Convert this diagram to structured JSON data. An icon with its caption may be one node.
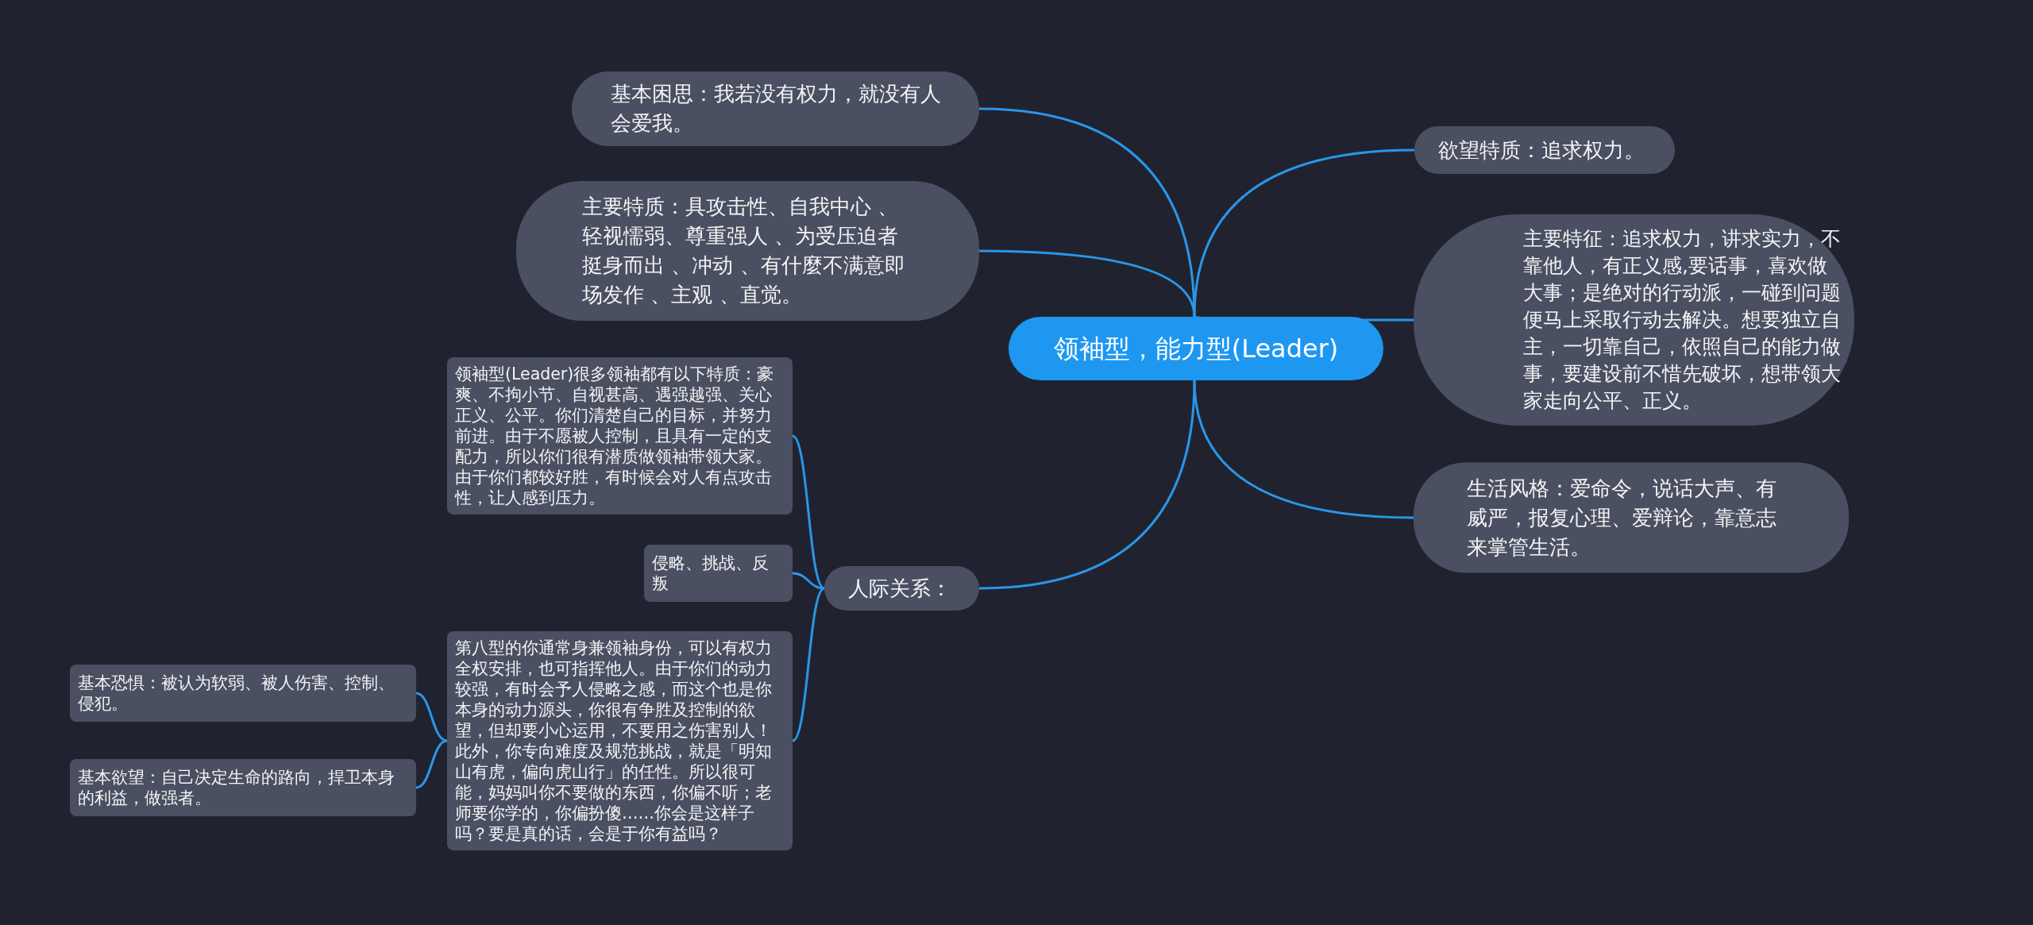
{
  "diagram": {
    "nodes": [
      {
        "text": [
          "领袖型，能力型(Leader)"
        ]
      },
      {
        "text": [
          "基本困思：我若没有权力，就没有人会爱我。"
        ]
      },
      {
        "text": [
          "主要特质：具攻击性、自我中心 、轻视懦弱、尊重强人 、为受压迫者挺身而出 、冲动 、有什麼不满意即场发作 、主观 、直觉。"
        ]
      },
      {
        "text": [
          "人际关系："
        ]
      },
      {
        "text": [
          "领袖型(Leader)很多领袖都有以下特质：豪爽、不拘小节、自视甚高、遇强越强、关心正义、公平。你们清楚自己的目标，并努力前进。由于不愿被人控制，且具有一定的支配力，所以你们很有潜质做领袖带领大家。由于你们都较好胜，有时候会对人有点攻击性，让人感到压力。"
        ]
      },
      {
        "text": [
          "侵略、挑战、反叛"
        ]
      },
      {
        "text": [
          "第八型的你通常身兼领袖身份，可以有权力全权安排，也可指挥他人。由于你们的动力较强，有时会予人侵略之感，而这个也是你本身的动力源头，你很有争胜及控制的欲望，但却要小心运用，不要用之伤害别人！此外，你专向难度及规范挑战，就是「明知山有虎，偏向虎山行」的任性。所以很可能，妈妈叫你不要做的东西，你偏不听；老师要你学的，你偏扮傻……你会是这样子吗？要是真的话，会是于你有益吗？"
        ]
      },
      {
        "text": [
          "基本恐惧：被认为软弱、被人伤害、控制、侵犯。"
        ]
      },
      {
        "text": [
          "基本欲望：自己决定生命的路向，捍卫本身的利益，做强者。"
        ]
      },
      {
        "text": [
          "欲望特质：追求权力。"
        ]
      },
      {
        "text": [
          "主要特征：追求权力，讲求实力，不靠他人，有正义感,要话事，喜欢做大事；是绝对的行动派，一碰到问题便马上采取行动去解决。想要独立自主，一切靠自己，依照自己的能力做事，要建设前不惜先破坏，想带领大家走向公平、正义。"
        ]
      },
      {
        "text": [
          "生活风格：爱命令，说话大声、有威严，报复心理、爱辩论，靠意志来掌管生活。"
        ]
      }
    ],
    "edges": [
      {
        "from": 0,
        "to": 1,
        "arrow": "none"
      },
      {
        "from": 0,
        "to": 2,
        "arrow": "none"
      },
      {
        "from": 0,
        "to": 3,
        "arrow": "none"
      },
      {
        "from": 3,
        "to": 4,
        "arrow": "none"
      },
      {
        "from": 3,
        "to": 5,
        "arrow": "none"
      },
      {
        "from": 3,
        "to": 6,
        "arrow": "none"
      },
      {
        "from": 6,
        "to": 7,
        "arrow": "none"
      },
      {
        "from": 6,
        "to": 8,
        "arrow": "none"
      },
      {
        "from": 0,
        "to": 9,
        "arrow": "none"
      },
      {
        "from": 0,
        "to": 10,
        "arrow": "none"
      },
      {
        "from": 0,
        "to": 11,
        "arrow": "none"
      }
    ]
  }
}
